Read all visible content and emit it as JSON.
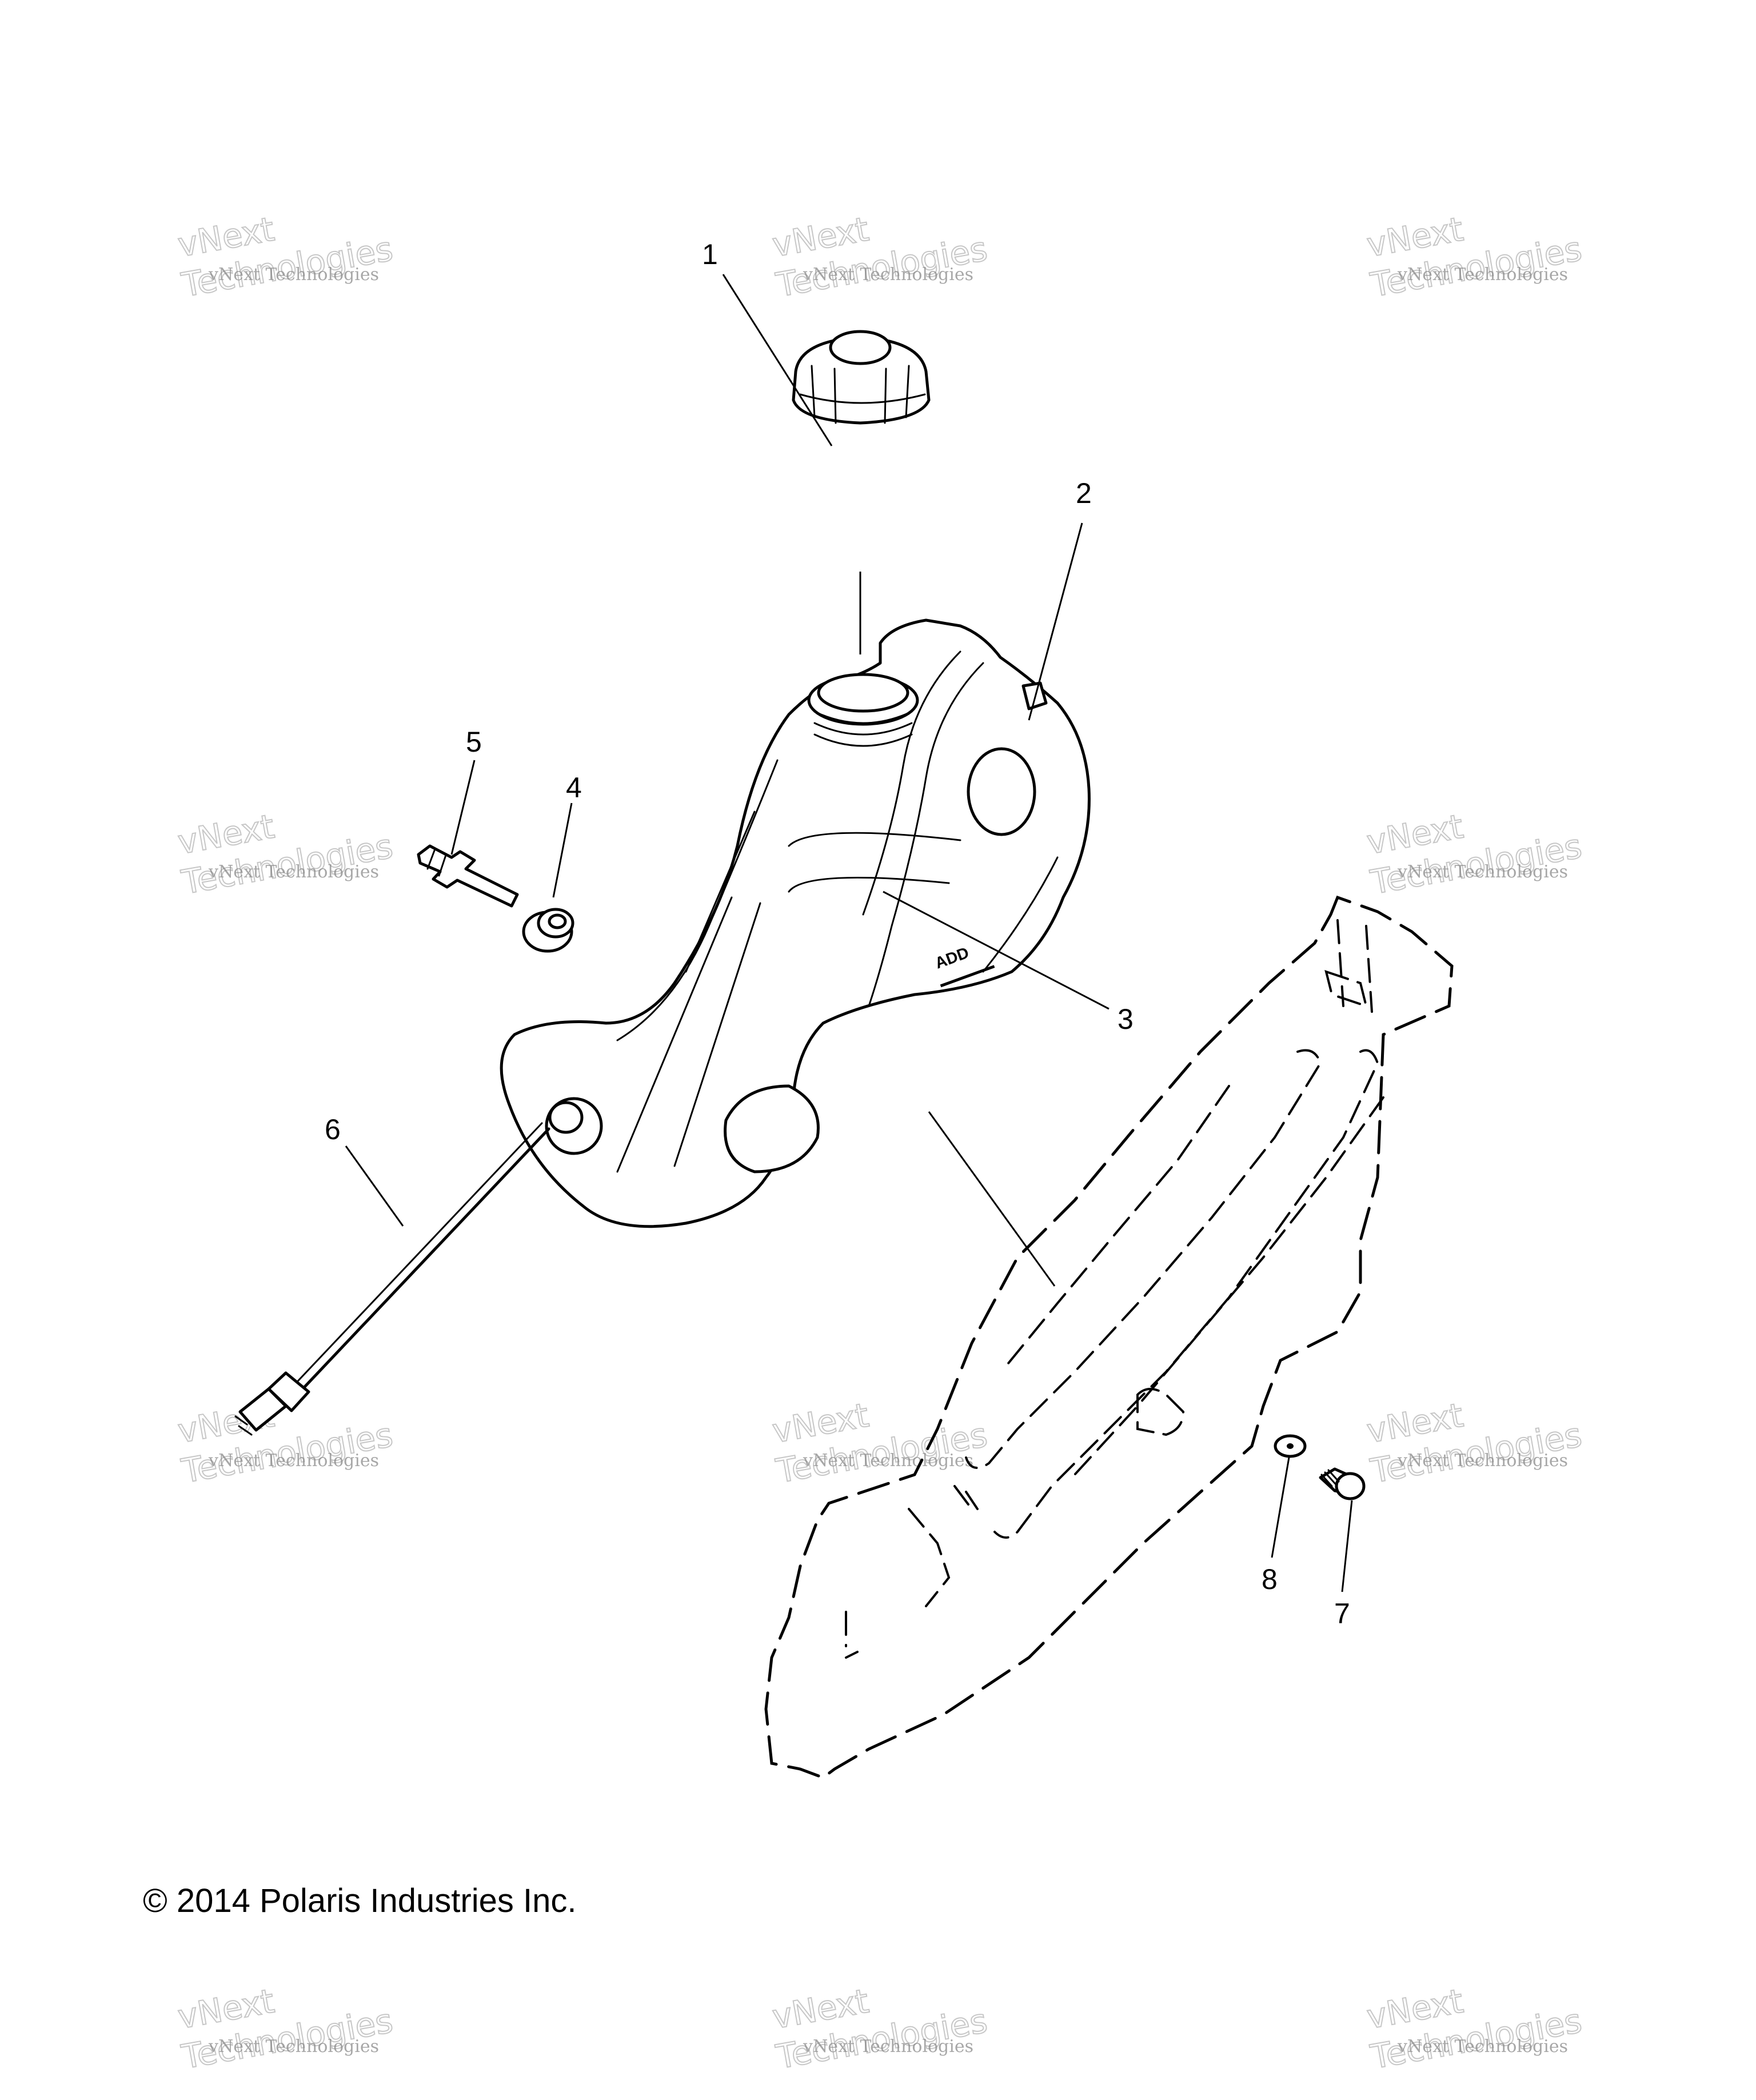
{
  "callouts": [
    {
      "id": "1",
      "label": "1"
    },
    {
      "id": "2",
      "label": "2"
    },
    {
      "id": "3",
      "label": "3"
    },
    {
      "id": "4",
      "label": "4"
    },
    {
      "id": "5",
      "label": "5"
    },
    {
      "id": "6",
      "label": "6"
    },
    {
      "id": "7",
      "label": "7"
    },
    {
      "id": "8",
      "label": "8"
    }
  ],
  "tank_marking": "ADD",
  "copyright": "© 2014 Polaris Industries Inc.",
  "watermark": {
    "line1": "vNext Technologies",
    "line2_a": "vNext",
    "line2_b": "Technologies"
  }
}
